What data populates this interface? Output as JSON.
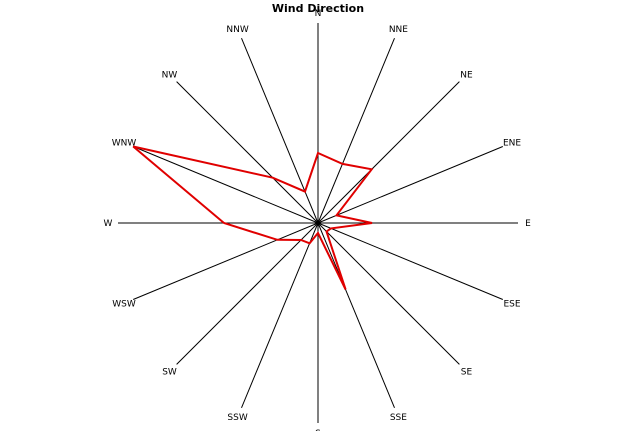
{
  "chart_data": {
    "type": "radar",
    "title": "Wind Direction",
    "categories": [
      "N",
      "NNE",
      "NE",
      "ENE",
      "E",
      "ESE",
      "SE",
      "SSE",
      "S",
      "SSW",
      "SW",
      "WSW",
      "W",
      "WNW",
      "NW",
      "NNW"
    ],
    "series": [
      {
        "values": [
          0.35,
          0.32,
          0.38,
          0.1,
          0.27,
          0.07,
          0.06,
          0.36,
          0.05,
          0.11,
          0.12,
          0.22,
          0.47,
          1.0,
          0.32,
          0.17
        ],
        "color": "#e00000"
      }
    ],
    "rlim": [
      0,
      1
    ],
    "grid": false,
    "legend": "none"
  }
}
